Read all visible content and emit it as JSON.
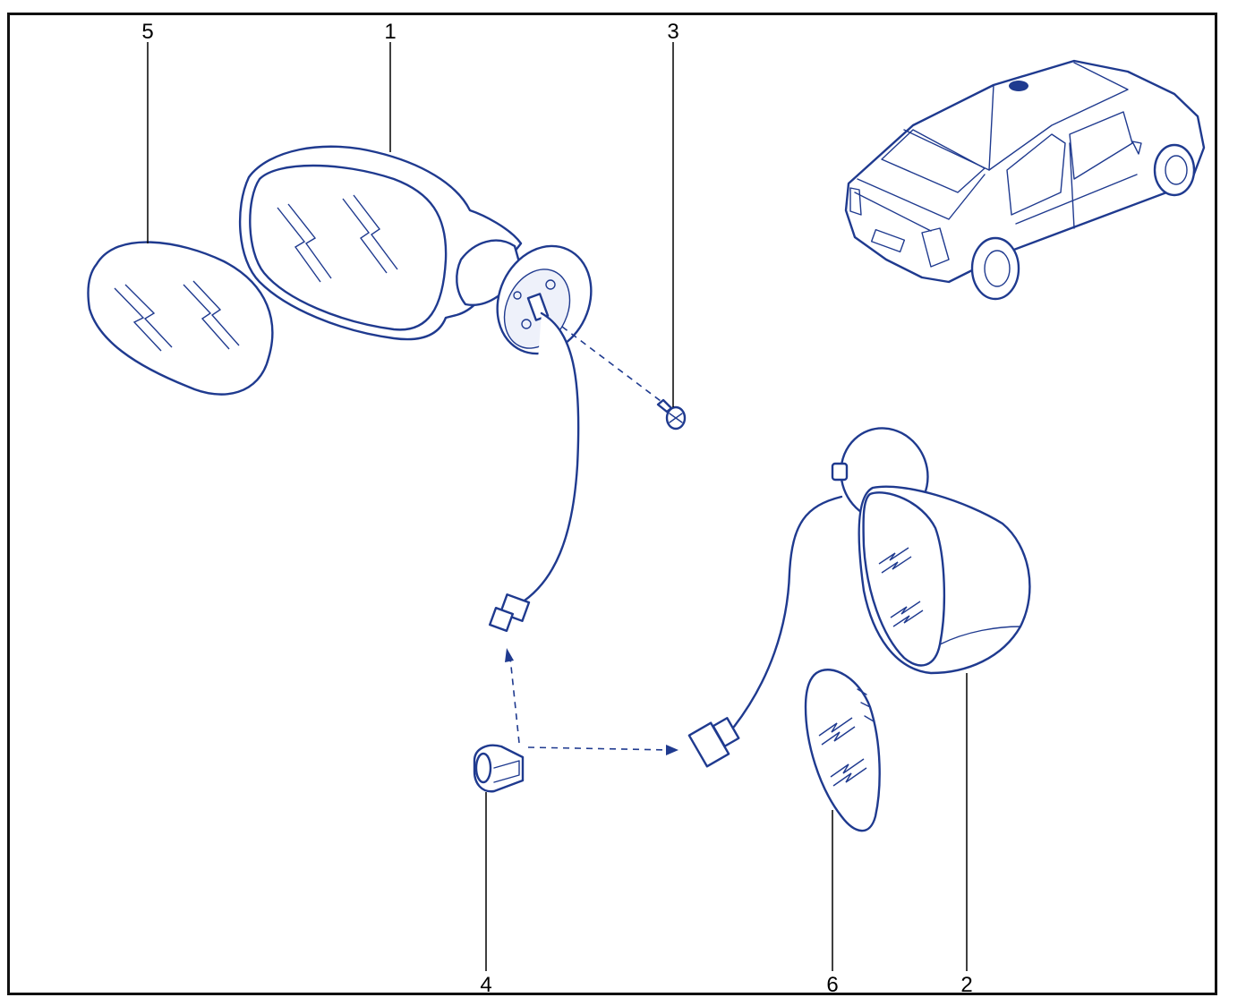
{
  "diagram": {
    "callouts": [
      {
        "id": "callout-5",
        "label": "5"
      },
      {
        "id": "callout-1",
        "label": "1"
      },
      {
        "id": "callout-3",
        "label": "3"
      },
      {
        "id": "callout-4",
        "label": "4"
      },
      {
        "id": "callout-6",
        "label": "6"
      },
      {
        "id": "callout-2",
        "label": "2"
      }
    ],
    "colors": {
      "line": "#1f3a8f",
      "frame": "#111111",
      "text": "#000000",
      "background": "#ffffff"
    }
  }
}
